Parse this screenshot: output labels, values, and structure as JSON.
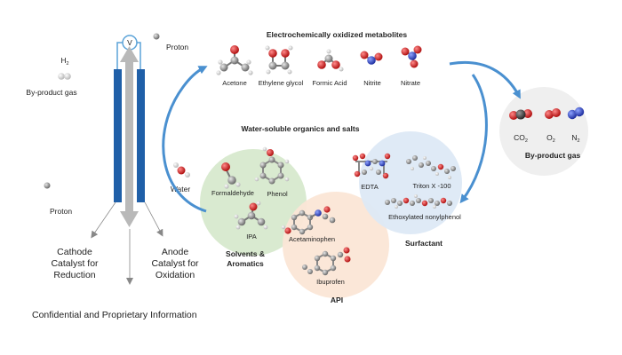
{
  "diagram": {
    "top_title": "Electrochemically oxidized metabolites",
    "metabolites": [
      "Acetone",
      "Ethylene glycol",
      "Formic Acid",
      "Nitrite",
      "Nitrate"
    ],
    "mid_title": "Water-soluble organics and salts",
    "byproduct_left": {
      "formula_base": "H",
      "formula_sub": "2",
      "label": "By-product gas"
    },
    "proton_top": "Proton",
    "proton_left": "Proton",
    "water": "Water",
    "voltmeter": "V",
    "cathode": [
      "Cathode",
      "Catalyst for",
      "Reduction"
    ],
    "anode": [
      "Anode",
      "Catalyst for",
      "Oxidation"
    ],
    "byproduct_right": {
      "gases": [
        {
          "base": "CO",
          "sub": "2"
        },
        {
          "base": "O",
          "sub": "2"
        },
        {
          "base": "N",
          "sub": "2"
        }
      ],
      "label": "By-product gas"
    },
    "groups": {
      "solvents": {
        "title": [
          "Solvents &",
          "Aromatics"
        ],
        "items": [
          "Formaldehyde",
          "Phenol",
          "IPA"
        ]
      },
      "api": {
        "title": "API",
        "items": [
          "Acetaminophen",
          "Ibuprofen"
        ]
      },
      "surfactant": {
        "title": "Surfactant",
        "items": [
          "EDTA",
          "Triton X -100",
          "Ethoxylated nonylphenol"
        ]
      }
    },
    "footer": "Confidential and Proprietary Information"
  },
  "colors": {
    "electrode_blue": "#1f5fa8",
    "arrow_blue": "#4a90d0",
    "green_circle": "#d9ead0",
    "orange_circle": "#fbe6d6",
    "blue_circle": "#dde9f6",
    "gray_circle": "#efefef"
  }
}
